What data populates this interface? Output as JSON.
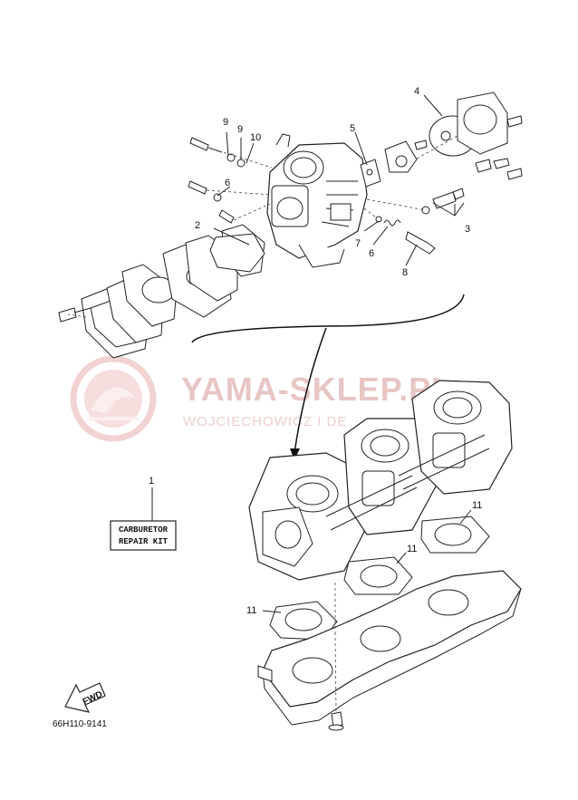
{
  "watermark": {
    "brand": "YAMA-SKLEP.PL",
    "subtitle": "WOJCIECHOWICZ I DE"
  },
  "callouts": {
    "c1": "1",
    "c2": "2",
    "c3": "3",
    "c4": "4",
    "c5": "5",
    "c6a": "6",
    "c6b": "6",
    "c7": "7",
    "c8": "8",
    "c9a": "9",
    "c9b": "9",
    "c10": "10",
    "c11a": "11",
    "c11b": "11",
    "c11c": "11"
  },
  "repair_kit": {
    "line1": "CARBURETOR",
    "line2": "REPAIR KIT"
  },
  "fwd_label": "FWD",
  "diagram_code": "66H110-9141",
  "colors": {
    "ink": "#222222",
    "watermark": "#e8c6c6"
  }
}
